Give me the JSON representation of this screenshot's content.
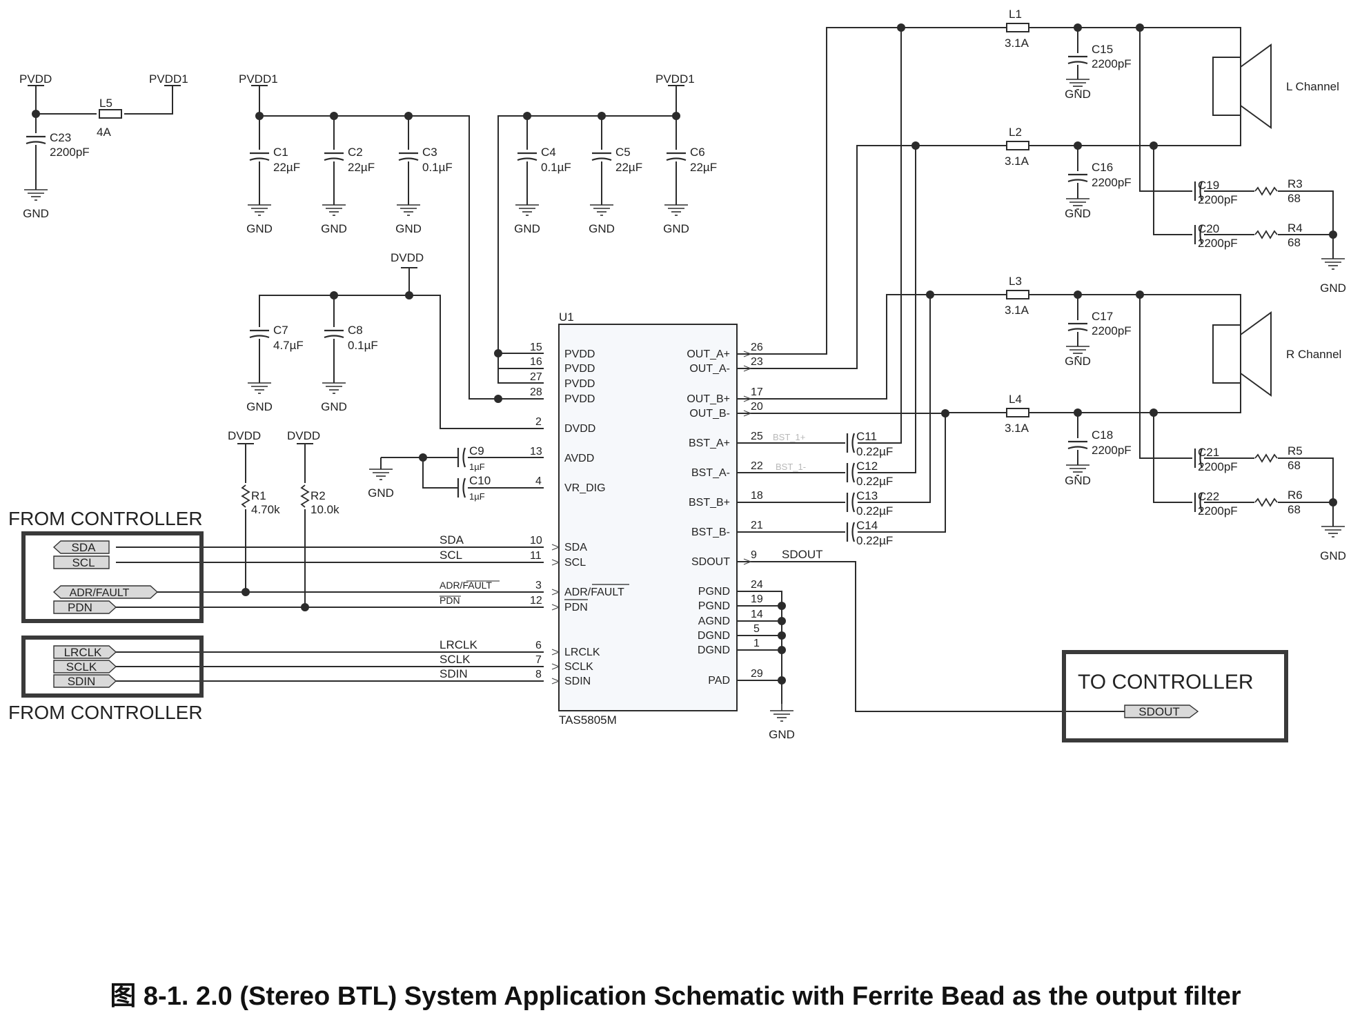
{
  "caption": "图 8-1. 2.0 (Stereo BTL) System Application Schematic with Ferrite Bead as the output filter",
  "ic": {
    "ref": "U1",
    "part": "TAS5805M",
    "left_pins": [
      {
        "num": "15",
        "name": "PVDD"
      },
      {
        "num": "16",
        "name": "PVDD"
      },
      {
        "num": "27",
        "name": "PVDD"
      },
      {
        "num": "28",
        "name": "PVDD"
      },
      {
        "num": "2",
        "name": "DVDD"
      },
      {
        "num": "13",
        "name": "AVDD"
      },
      {
        "num": "4",
        "name": "VR_DIG"
      },
      {
        "num": "10",
        "name": "SDA"
      },
      {
        "num": "11",
        "name": "SCL"
      },
      {
        "num": "3",
        "name": "ADR/FAULT"
      },
      {
        "num": "12",
        "name": "PDN"
      },
      {
        "num": "6",
        "name": "LRCLK"
      },
      {
        "num": "7",
        "name": "SCLK"
      },
      {
        "num": "8",
        "name": "SDIN"
      }
    ],
    "right_pins": [
      {
        "num": "26",
        "name": "OUT_A+"
      },
      {
        "num": "23",
        "name": "OUT_A-"
      },
      {
        "num": "17",
        "name": "OUT_B+"
      },
      {
        "num": "20",
        "name": "OUT_B-"
      },
      {
        "num": "25",
        "name": "BST_A+"
      },
      {
        "num": "22",
        "name": "BST_A-"
      },
      {
        "num": "18",
        "name": "BST_B+"
      },
      {
        "num": "21",
        "name": "BST_B-"
      },
      {
        "num": "9",
        "name": "SDOUT"
      },
      {
        "num": "24",
        "name": "PGND"
      },
      {
        "num": "19",
        "name": "PGND"
      },
      {
        "num": "14",
        "name": "AGND"
      },
      {
        "num": "5",
        "name": "DGND"
      },
      {
        "num": "1",
        "name": "DGND"
      },
      {
        "num": "29",
        "name": "PAD"
      }
    ]
  },
  "rails": {
    "pvdd": "PVDD",
    "pvdd1": "PVDD1",
    "dvdd": "DVDD",
    "gnd": "GND"
  },
  "passives": {
    "l5": {
      "ref": "L5",
      "value": "4A"
    },
    "c23": {
      "ref": "C23",
      "value": "2200pF"
    },
    "c1": {
      "ref": "C1",
      "value": "22µF"
    },
    "c2": {
      "ref": "C2",
      "value": "22µF"
    },
    "c3": {
      "ref": "C3",
      "value": "0.1µF"
    },
    "c4": {
      "ref": "C4",
      "value": "0.1µF"
    },
    "c5": {
      "ref": "C5",
      "value": "22µF"
    },
    "c6": {
      "ref": "C6",
      "value": "22µF"
    },
    "c7": {
      "ref": "C7",
      "value": "4.7µF"
    },
    "c8": {
      "ref": "C8",
      "value": "0.1µF"
    },
    "c9": {
      "ref": "C9",
      "value": "1µF"
    },
    "c10": {
      "ref": "C10",
      "value": "1µF"
    },
    "r1": {
      "ref": "R1",
      "value": "4.70k"
    },
    "r2": {
      "ref": "R2",
      "value": "10.0k"
    },
    "c11": {
      "ref": "C11",
      "value": "0.22µF"
    },
    "c12": {
      "ref": "C12",
      "value": "0.22µF"
    },
    "c13": {
      "ref": "C13",
      "value": "0.22µF"
    },
    "c14": {
      "ref": "C14",
      "value": "0.22µF"
    },
    "l1": {
      "ref": "L1",
      "value": "3.1A"
    },
    "l2": {
      "ref": "L2",
      "value": "3.1A"
    },
    "l3": {
      "ref": "L3",
      "value": "3.1A"
    },
    "l4": {
      "ref": "L4",
      "value": "3.1A"
    },
    "c15": {
      "ref": "C15",
      "value": "2200pF"
    },
    "c16": {
      "ref": "C16",
      "value": "2200pF"
    },
    "c17": {
      "ref": "C17",
      "value": "2200pF"
    },
    "c18": {
      "ref": "C18",
      "value": "2200pF"
    },
    "c19": {
      "ref": "C19",
      "value": "2200pF"
    },
    "c20": {
      "ref": "C20",
      "value": "2200pF"
    },
    "c21": {
      "ref": "C21",
      "value": "2200pF"
    },
    "c22": {
      "ref": "C22",
      "value": "2200pF"
    },
    "r3": {
      "ref": "R3",
      "value": "68"
    },
    "r4": {
      "ref": "R4",
      "value": "68"
    },
    "r5": {
      "ref": "R5",
      "value": "68"
    },
    "r6": {
      "ref": "R6",
      "value": "68"
    }
  },
  "nets": {
    "sda": "SDA",
    "scl": "SCL",
    "adr_fault": "ADR/FAULT",
    "pdn": "PDN",
    "lrclk": "LRCLK",
    "sclk": "SCLK",
    "sdin": "SDIN",
    "sdout": "SDOUT",
    "bst1p": "BST_1+",
    "bst1m": "BST_1-"
  },
  "speakers": {
    "left": "L Channel",
    "right": "R Channel"
  },
  "boxes": {
    "from_controller": "FROM CONTROLLER",
    "to_controller": "TO CONTROLLER"
  }
}
